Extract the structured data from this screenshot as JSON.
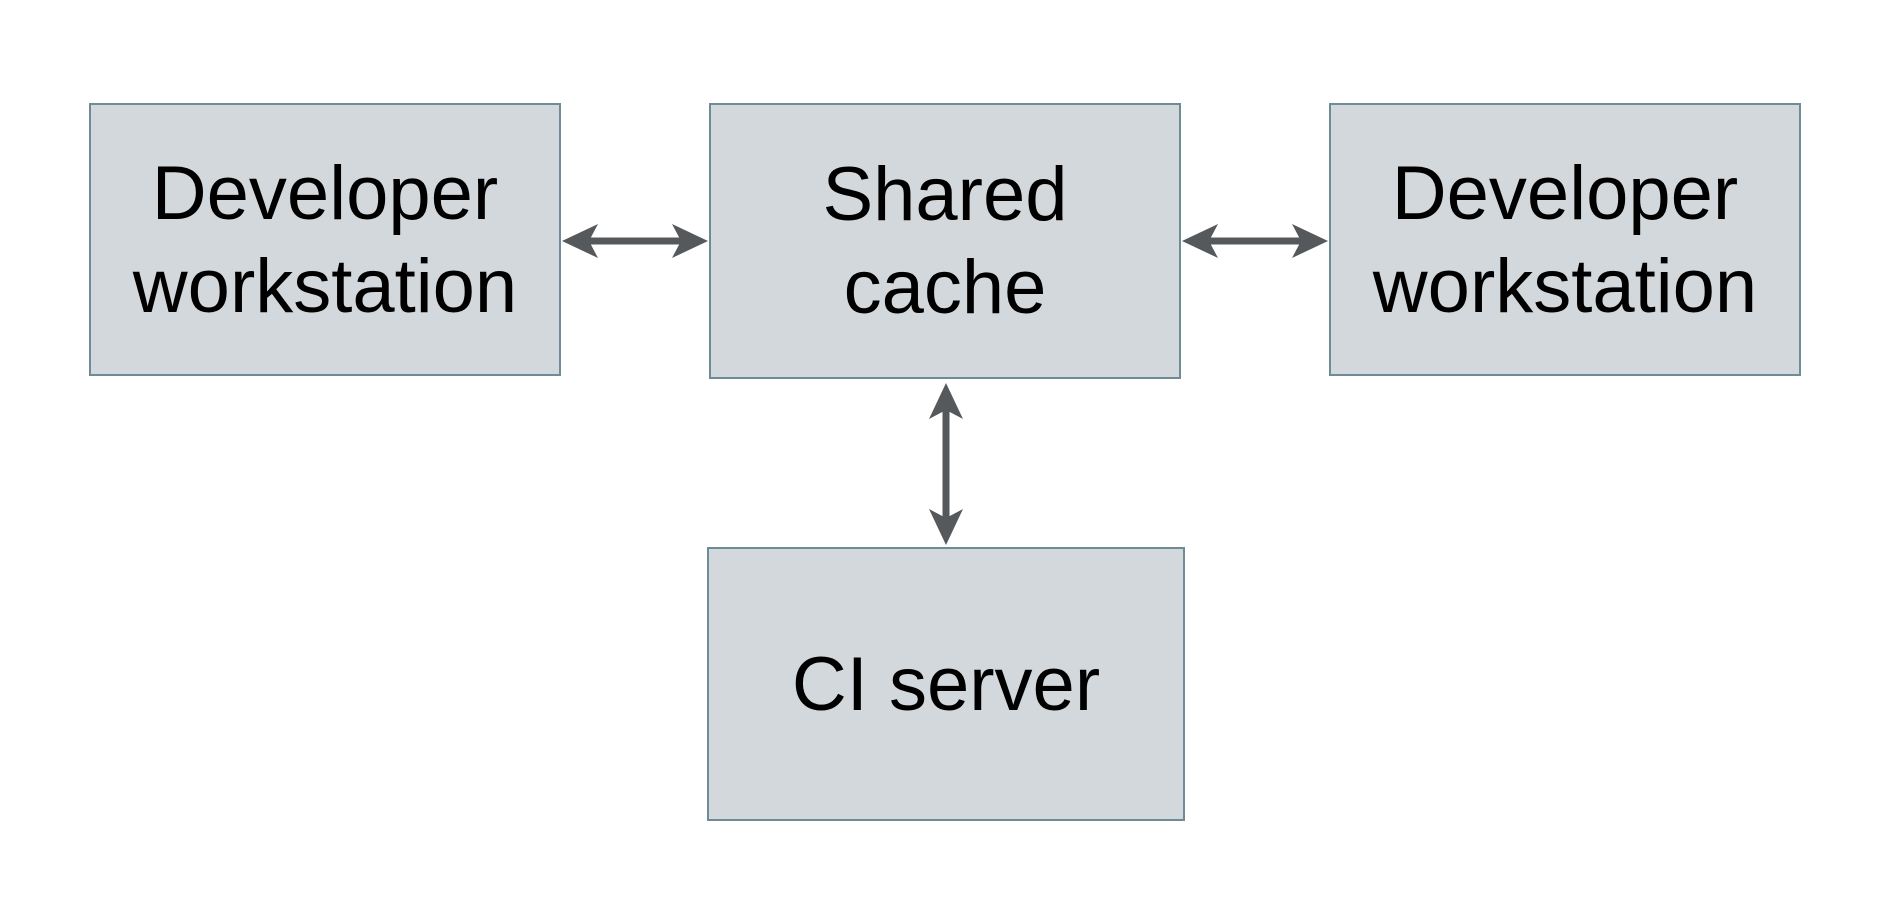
{
  "diagram": {
    "nodes": [
      {
        "id": "developer-workstation-left",
        "label": "Developer\nworkstation"
      },
      {
        "id": "shared-cache",
        "label": "Shared\ncache"
      },
      {
        "id": "developer-workstation-right",
        "label": "Developer\nworkstation"
      },
      {
        "id": "ci-server",
        "label": "CI server"
      }
    ],
    "connections": [
      {
        "from": "developer-workstation-left",
        "to": "shared-cache",
        "type": "bidirectional-arrow"
      },
      {
        "from": "developer-workstation-right",
        "to": "shared-cache",
        "type": "bidirectional-arrow"
      },
      {
        "from": "ci-server",
        "to": "shared-cache",
        "type": "bidirectional-arrow"
      }
    ],
    "colors": {
      "background": "#ffffff",
      "node_fill": "#d2d8db",
      "node_border": "#6f8b97",
      "arrow": "#56595b",
      "text": "#000000"
    }
  }
}
